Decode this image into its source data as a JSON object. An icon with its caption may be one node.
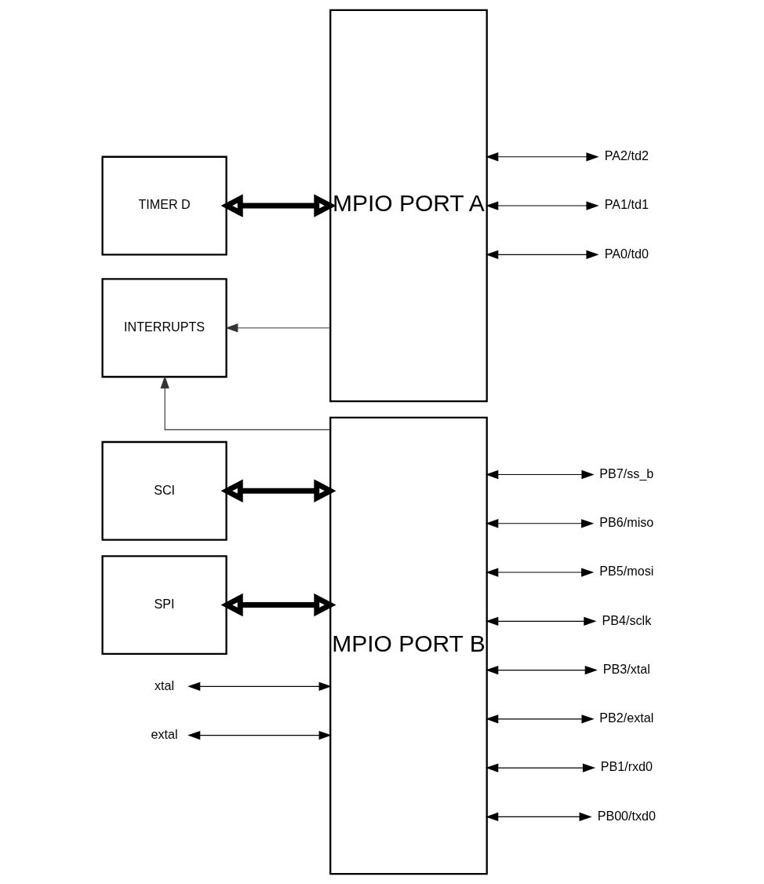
{
  "diagram": {
    "nodes": [
      {
        "text": [
          "TIMER D"
        ]
      },
      {
        "text": [
          "INTERRUPTS"
        ]
      },
      {
        "text": [
          "SCI"
        ]
      },
      {
        "text": [
          "SPI"
        ]
      },
      {
        "text": [
          "MPIO PORT A"
        ]
      },
      {
        "text": [
          "MPIO PORT B"
        ]
      },
      {
        "text": [
          "xtal"
        ]
      },
      {
        "text": [
          "extal"
        ]
      },
      {
        "text": [
          "PA2/td2"
        ]
      },
      {
        "text": [
          "PA1/td1"
        ]
      },
      {
        "text": [
          "PA0/td0"
        ]
      },
      {
        "text": [
          "PB7/ss_b"
        ]
      },
      {
        "text": [
          "PB6/miso"
        ]
      },
      {
        "text": [
          "PB5/mosi"
        ]
      },
      {
        "text": [
          "PB4/sclk"
        ]
      },
      {
        "text": [
          "PB3/xtal"
        ]
      },
      {
        "text": [
          "PB2/extal"
        ]
      },
      {
        "text": [
          "PB1/rxd0"
        ]
      },
      {
        "text": [
          "PB00/txd0"
        ]
      }
    ],
    "edges": [
      {
        "from": 0,
        "to": 4,
        "arrow": "both",
        "style": "thick"
      },
      {
        "from": 4,
        "to": 1,
        "arrow": "to",
        "color": "#333333"
      },
      {
        "from": 5,
        "to": 1,
        "arrow": "to",
        "color": "#333333"
      },
      {
        "from": 2,
        "to": 5,
        "arrow": "both",
        "style": "thick"
      },
      {
        "from": 6,
        "to": 5,
        "arrow": "both"
      },
      {
        "from": 7,
        "to": 5,
        "arrow": "both"
      },
      {
        "from": 3,
        "to": 5,
        "arrow": "both",
        "style": "thick"
      },
      {
        "from": 4,
        "to": 8,
        "arrow": "both"
      },
      {
        "from": 4,
        "to": 9,
        "arrow": "both"
      },
      {
        "from": 4,
        "to": 10,
        "arrow": "both"
      },
      {
        "from": 5,
        "to": 11,
        "arrow": "both"
      },
      {
        "from": 5,
        "to": 12,
        "arrow": "both"
      },
      {
        "from": 5,
        "to": 13,
        "arrow": "both"
      },
      {
        "from": 5,
        "to": 14,
        "arrow": "both"
      },
      {
        "from": 5,
        "to": 15,
        "arrow": "both"
      },
      {
        "from": 5,
        "to": 16,
        "arrow": "both"
      },
      {
        "from": 5,
        "to": 17,
        "arrow": "both"
      },
      {
        "from": 5,
        "to": 18,
        "arrow": "both"
      }
    ]
  }
}
